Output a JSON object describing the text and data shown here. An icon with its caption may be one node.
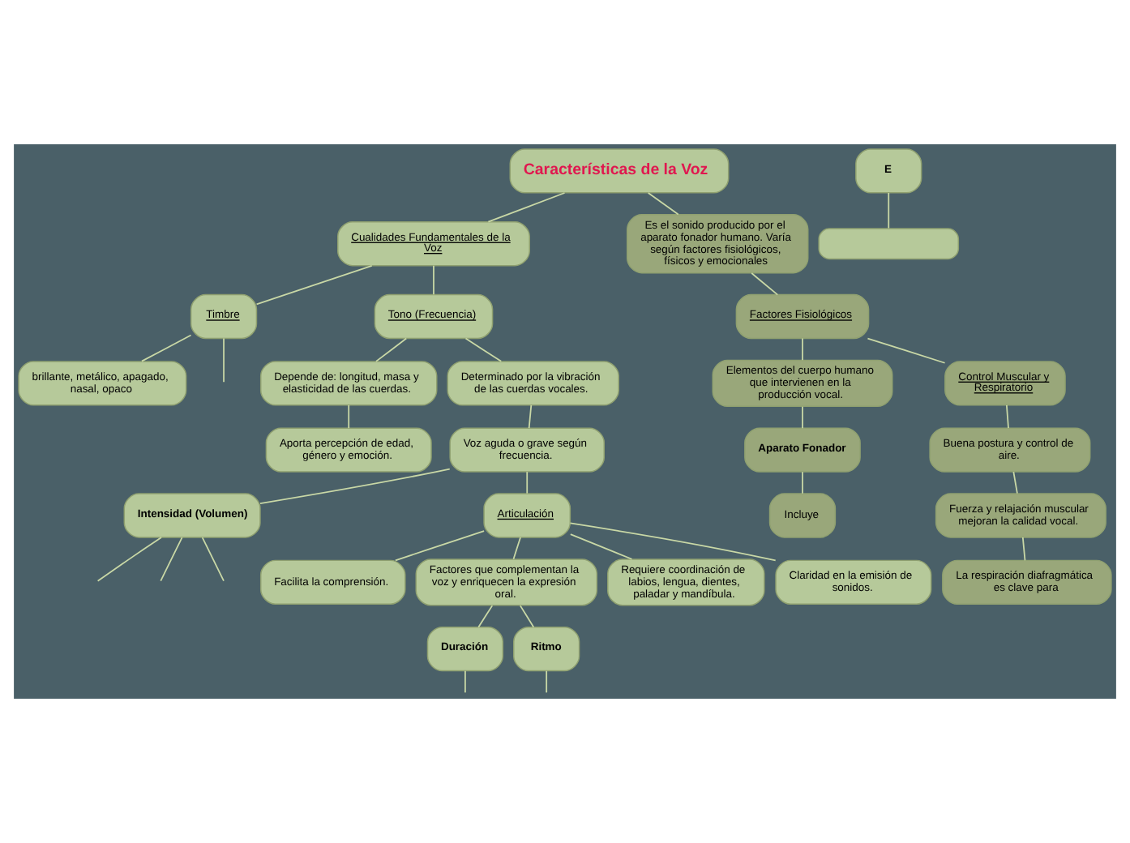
{
  "diagram": {
    "nodes": [
      {
        "text": [
          "Características de la Voz"
        ]
      },
      {
        "text": [
          "Cualidades Fundamentales de la Voz"
        ]
      },
      {
        "text": [
          "Timbre"
        ]
      },
      {
        "text": [
          "brillante, metálico, apagado, nasal, opaco"
        ]
      },
      {
        "text": [
          "Tono (Frecuencia)"
        ]
      },
      {
        "text": [
          "Es el sonido producido por el aparato fonador humano. Varía según factores fisiológicos, físicos y emocionales"
        ]
      },
      {
        "text": [
          "Aparato Fonador"
        ]
      },
      {
        "text": [
          "Incluye"
        ]
      },
      {
        "text": [
          "Depende de: longitud, masa y elasticidad de las cuerdas."
        ]
      },
      {
        "text": [
          "Factores Fisiológicos"
        ]
      },
      {
        "text": [
          "Elementos del cuerpo humano que intervienen en la producción vocal."
        ]
      },
      {
        "text": [
          "Aporta percepción de edad, género y emoción."
        ]
      },
      {
        "text": [
          "Determinado por la vibración de las cuerdas vocales."
        ]
      },
      {
        "text": [
          "Control Muscular y Respiratorio"
        ]
      },
      {
        "text": [
          "Buena postura y control de aire."
        ]
      },
      {
        "text": [
          "Intensidad (Volumen)"
        ]
      },
      {
        "text": [
          "Voz aguda o grave según frecuencia."
        ]
      },
      {
        "text": [
          "Fuerza y relajación muscular mejoran la calidad vocal."
        ]
      },
      {
        "text": [
          "La respiración diafragmática es clave para"
        ]
      },
      {
        "text": [
          "Facilita la comprensión."
        ]
      },
      {
        "text": [
          "Articulación"
        ]
      },
      {
        "text": [
          "Factores que complementan la voz y enriquecen la expresión oral."
        ]
      },
      {
        "text": [
          "Duración"
        ]
      },
      {
        "text": [
          "E"
        ]
      },
      {
        "text": [
          "Ritmo"
        ]
      },
      {
        "text": [
          "Requiere coordinación de labios, lengua, dientes, paladar y mandíbula."
        ]
      },
      {
        "text": [
          "Claridad en la emisión de sonidos."
        ]
      },
      {
        "text": [],
        "shape": "box"
      }
    ],
    "edges": [
      {
        "from": 0,
        "to": 1,
        "arrow": "none"
      },
      {
        "from": 0,
        "to": 5,
        "arrow": "none"
      },
      {
        "from": 5,
        "to": 9,
        "arrow": "none"
      },
      {
        "from": 1,
        "to": 2,
        "arrow": "none"
      },
      {
        "from": 1,
        "to": 4,
        "arrow": "none"
      },
      {
        "from": 2,
        "to": 3,
        "arrow": "none"
      },
      {
        "from": 2,
        "to": null,
        "arrow": "none"
      },
      {
        "from": 4,
        "to": 8,
        "arrow": "none"
      },
      {
        "from": 8,
        "to": 11,
        "arrow": "none"
      },
      {
        "from": 4,
        "to": 12,
        "arrow": "none"
      },
      {
        "from": 12,
        "to": 16,
        "arrow": "none"
      },
      {
        "from": 16,
        "to": 15,
        "arrow": "none"
      },
      {
        "from": 15,
        "to": null,
        "arrow": "none"
      },
      {
        "from": 15,
        "to": null,
        "arrow": "none"
      },
      {
        "from": 15,
        "to": null,
        "arrow": "none"
      },
      {
        "from": 16,
        "to": 20,
        "arrow": "none"
      },
      {
        "from": 20,
        "to": 19,
        "arrow": "none"
      },
      {
        "from": 20,
        "to": 25,
        "arrow": "none"
      },
      {
        "from": 20,
        "to": 26,
        "arrow": "none"
      },
      {
        "from": 20,
        "to": 21,
        "arrow": "none"
      },
      {
        "from": 21,
        "to": 22,
        "arrow": "none"
      },
      {
        "from": 21,
        "to": 24,
        "arrow": "none"
      },
      {
        "from": 22,
        "to": null,
        "arrow": "none"
      },
      {
        "from": 24,
        "to": null,
        "arrow": "none"
      },
      {
        "from": 23,
        "to": 27,
        "arrow": "none"
      },
      {
        "from": 9,
        "to": 13,
        "arrow": "none"
      },
      {
        "from": 9,
        "to": 10,
        "arrow": "none"
      },
      {
        "from": 10,
        "to": 6,
        "arrow": "none"
      },
      {
        "from": 6,
        "to": 7,
        "arrow": "none"
      },
      {
        "from": 13,
        "to": 14,
        "arrow": "none"
      },
      {
        "from": 14,
        "to": 17,
        "arrow": "none"
      },
      {
        "from": 17,
        "to": 18,
        "arrow": "none"
      }
    ]
  }
}
